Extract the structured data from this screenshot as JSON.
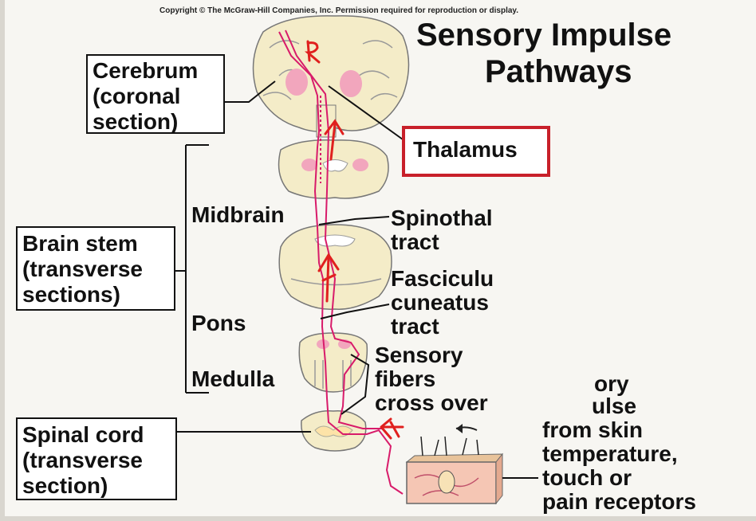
{
  "copyright": "Copyright © The McGraw-Hill Companies, Inc. Permission required for reproduction or display.",
  "title": {
    "line1": "Sensory Impulse",
    "line2": "Pathways"
  },
  "labels": {
    "cerebrum": [
      "Cerebrum",
      "(coronal",
      "section)"
    ],
    "thalamus": "Thalamus",
    "midbrain": "Midbrain",
    "pons": "Pons",
    "medulla": "Medulla",
    "brain_stem": [
      "Brain stem",
      "(transverse",
      "sections)"
    ],
    "spinal_cord": [
      "Spinal cord",
      "(transverse",
      "section)"
    ],
    "spinothal": [
      "Spinothal",
      "tract"
    ],
    "fasciculus": [
      "Fasciculu",
      "cuneatus",
      "tract"
    ],
    "sensory_fibers": [
      "Sensory",
      "fibers",
      "cross over"
    ],
    "impulse": [
      "ory",
      "ulse",
      "from skin",
      "temperature,",
      "touch or",
      "pain receptors"
    ]
  },
  "colors": {
    "pathway": "#d81b6a",
    "highlight_box": "#c8202a",
    "annotation": "#e0201e",
    "tissue": "#f4ecc8"
  }
}
